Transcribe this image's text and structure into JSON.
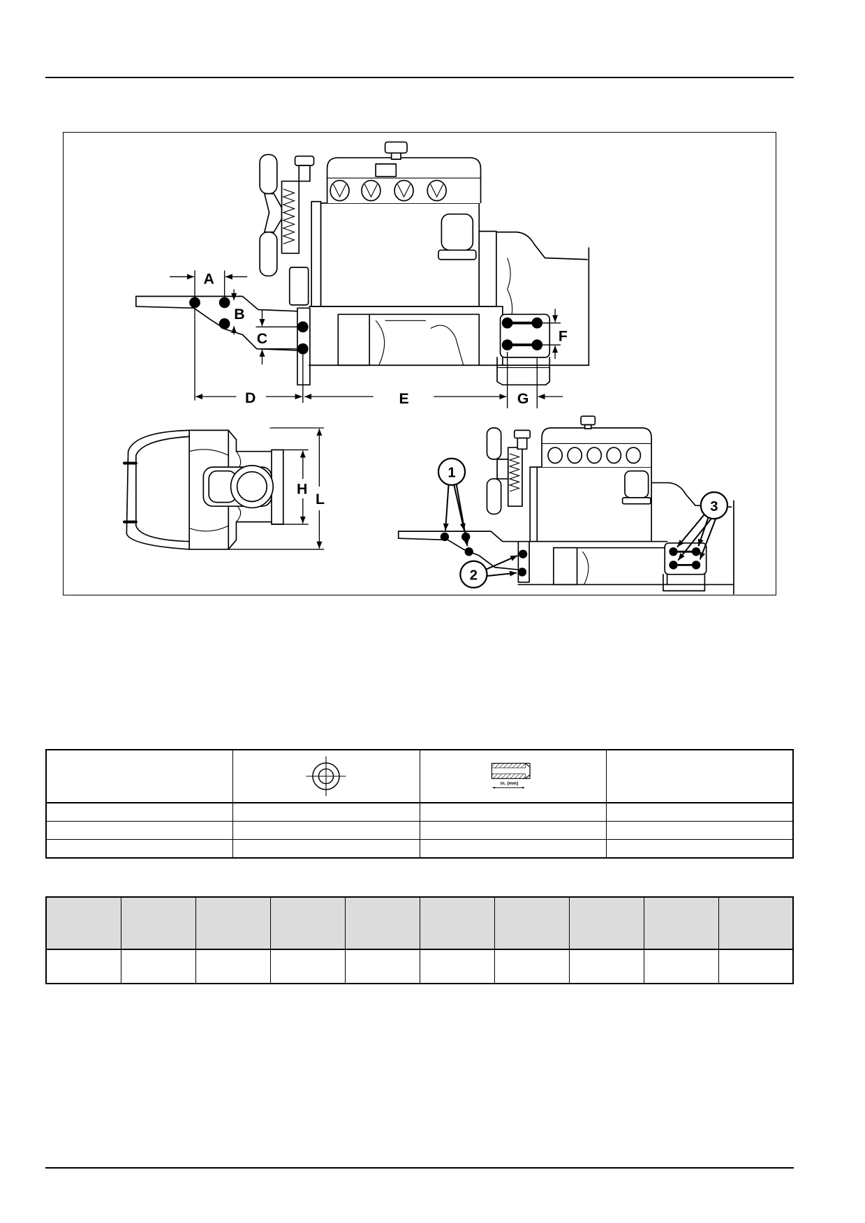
{
  "figure": {
    "labels": {
      "a": "A",
      "b": "B",
      "c": "C",
      "d": "D",
      "e": "E",
      "f": "F",
      "g": "G",
      "h": "H",
      "l": "L"
    },
    "callouts": {
      "c1": "1",
      "c2": "2",
      "c3": "3"
    }
  },
  "mounting_table": {
    "header": [
      {
        "icon": ""
      },
      {
        "icon": "crosshair-hole-icon"
      },
      {
        "icon": "threaded-bore-dimension-icon",
        "caption": "in. (mm)"
      },
      {
        "icon": ""
      }
    ],
    "rows": [
      [
        "",
        "",
        "",
        ""
      ],
      [
        "",
        "",
        "",
        ""
      ],
      [
        "",
        "",
        "",
        ""
      ]
    ]
  },
  "dimension_table": {
    "header": [
      "",
      "",
      "",
      "",
      "",
      "",
      "",
      "",
      "",
      ""
    ],
    "rows": [
      [
        "",
        "",
        "",
        "",
        "",
        "",
        "",
        "",
        "",
        ""
      ]
    ]
  },
  "colors": {
    "ink": "#000000",
    "table_header_bg": "#dcdcdc"
  }
}
